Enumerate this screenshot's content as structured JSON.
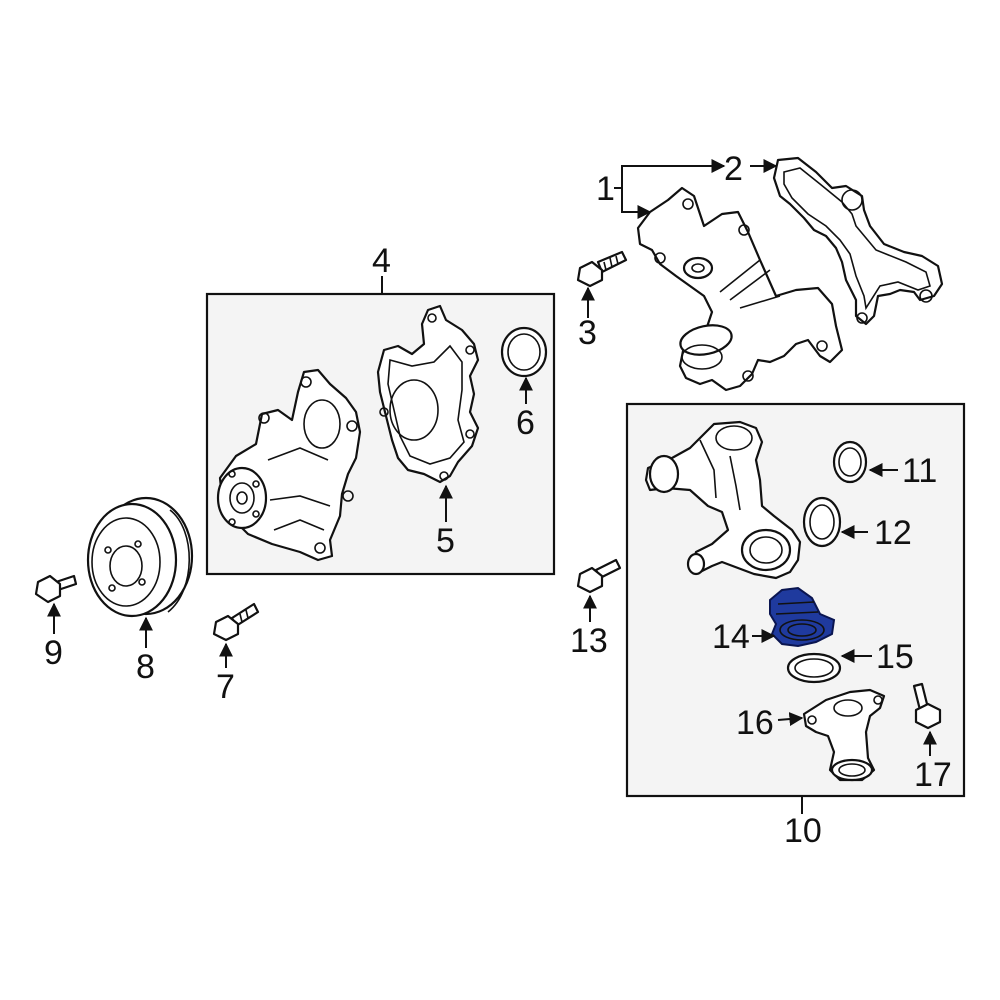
{
  "diagram": {
    "callouts": {
      "c1": "1",
      "c2": "2",
      "c3": "3",
      "c4": "4",
      "c5": "5",
      "c6": "6",
      "c7": "7",
      "c8": "8",
      "c9": "9",
      "c10": "10",
      "c11": "11",
      "c12": "12",
      "c13": "13",
      "c14": "14",
      "c15": "15",
      "c16": "16",
      "c17": "17"
    },
    "highlighted_part": "14",
    "colors": {
      "line": "#111111",
      "box_fill": "#f4f4f4",
      "highlight": "#1f3a9e",
      "background": "#ffffff"
    }
  }
}
